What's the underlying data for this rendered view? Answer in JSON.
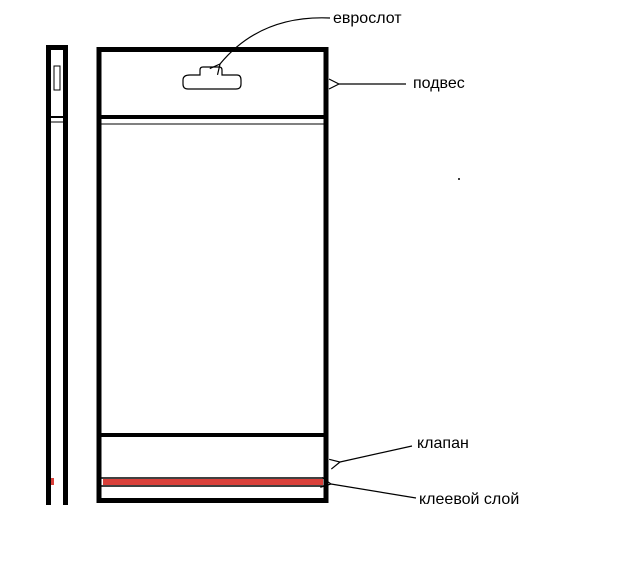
{
  "labels": {
    "euroslot": "еврослот",
    "hanger": "подвес",
    "flap": "клапан",
    "adhesive": "клеевой слой"
  },
  "colors": {
    "outline": "#000000",
    "adhesive": "#d9403a",
    "background": "#ffffff"
  }
}
